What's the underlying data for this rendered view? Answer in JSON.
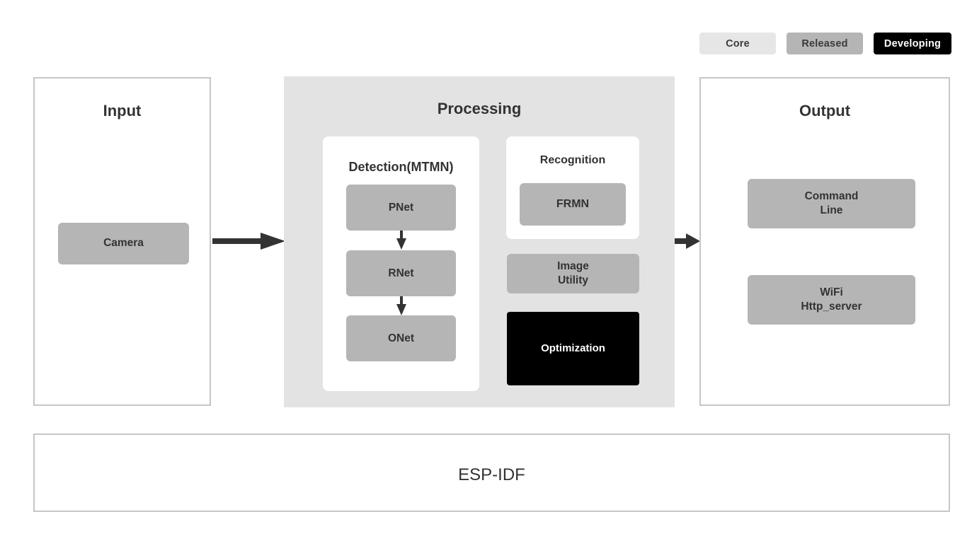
{
  "legend": {
    "items": [
      {
        "label": "Core",
        "status": "core",
        "color": "#e6e6e6"
      },
      {
        "label": "Released",
        "status": "released",
        "color": "#b5b5b5"
      },
      {
        "label": "Developing",
        "status": "developing",
        "color": "#000000"
      }
    ]
  },
  "panels": {
    "input": {
      "title": "Input",
      "nodes": [
        {
          "label": "Camera",
          "status": "released"
        }
      ]
    },
    "processing": {
      "title": "Processing",
      "cards": [
        {
          "title": "Detection(MTMN)",
          "stages": [
            {
              "label": "PNet",
              "status": "released"
            },
            {
              "label": "RNet",
              "status": "released"
            },
            {
              "label": "ONet",
              "status": "released"
            }
          ]
        },
        {
          "title": "Recognition",
          "nodes": [
            {
              "label": "FRMN",
              "status": "released"
            }
          ]
        }
      ],
      "nodes": [
        {
          "label": "Image\nUtility",
          "status": "released"
        },
        {
          "label": "Optimization",
          "status": "developing"
        }
      ]
    },
    "output": {
      "title": "Output",
      "nodes": [
        {
          "label": "Command\nLine",
          "status": "released"
        },
        {
          "label": "WiFi\nHttp_server",
          "status": "released"
        }
      ]
    },
    "foundation": {
      "title": "ESP-IDF"
    }
  },
  "flow": {
    "input_to_processing": "arrow-right-icon",
    "processing_to_output": "arrow-right-icon",
    "pnet_to_rnet": "arrow-down-icon",
    "rnet_to_onet": "arrow-down-icon"
  }
}
